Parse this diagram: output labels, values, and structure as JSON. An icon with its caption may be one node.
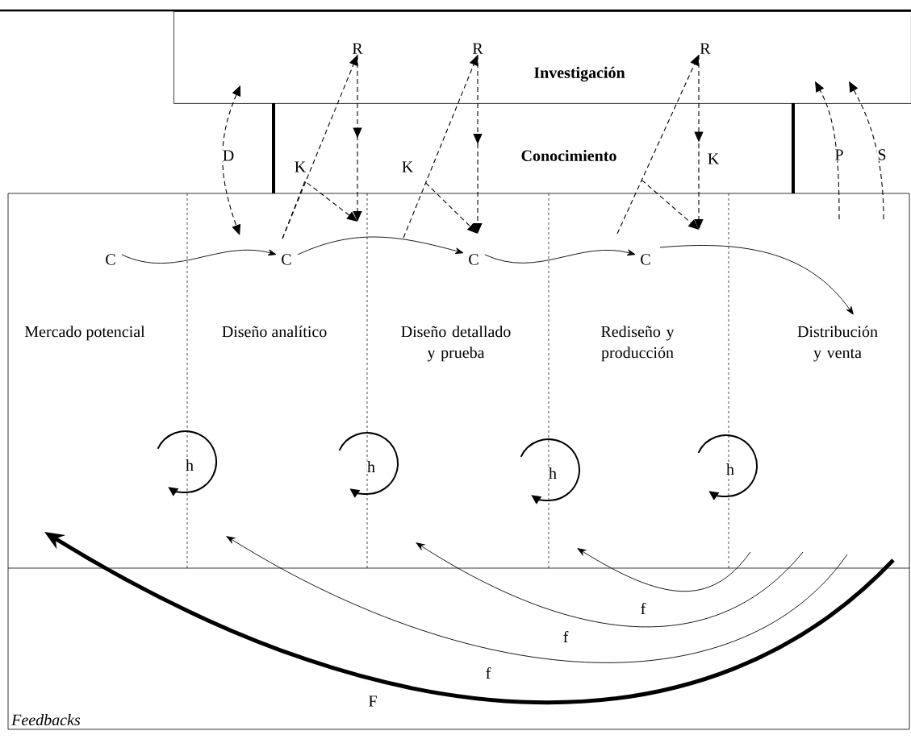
{
  "diagram": {
    "nodes": [
      {
        "text": [
          "Investigación"
        ]
      },
      {
        "text": [
          "R"
        ],
        "in": 0
      },
      {
        "text": [
          "R"
        ],
        "in": 0
      },
      {
        "text": [
          "R"
        ],
        "in": 0
      },
      {
        "text": [
          "Conocimiento"
        ]
      },
      {
        "text": [
          "C"
        ]
      },
      {
        "text": [
          "C"
        ]
      },
      {
        "text": [
          "C"
        ]
      },
      {
        "text": [
          "C"
        ]
      },
      {
        "text": [
          "Mercado potencial"
        ]
      },
      {
        "text": [
          "Diseño analítico"
        ]
      },
      {
        "text": [
          "Diseño detallado y prueba"
        ]
      },
      {
        "text": [
          "Rediseño y producción"
        ]
      },
      {
        "text": [
          "Distribución y venta"
        ]
      }
    ],
    "edges": [
      {
        "from": 6,
        "to": 1,
        "arrow": "to",
        "style": "dashed",
        "label": "K"
      },
      {
        "from": 1,
        "to": null,
        "arrow": "to",
        "style": "dashed"
      },
      {
        "from": null,
        "to": 2,
        "arrow": "to",
        "style": "dashed",
        "label": "K"
      },
      {
        "from": 2,
        "to": null,
        "arrow": "to",
        "style": "dashed"
      },
      {
        "from": null,
        "to": 3,
        "arrow": "to",
        "style": "dashed"
      },
      {
        "from": 3,
        "to": null,
        "arrow": "to",
        "style": "dashed",
        "label": "K"
      },
      {
        "from": 0,
        "to": 6,
        "arrow": "both",
        "style": "dashed",
        "label": "D"
      },
      {
        "from": null,
        "to": 0,
        "arrow": "to",
        "style": "dashed",
        "label": "P"
      },
      {
        "from": null,
        "to": 0,
        "arrow": "to",
        "style": "dashed",
        "label": "S"
      },
      {
        "from": 5,
        "to": 6,
        "arrow": "to"
      },
      {
        "from": 6,
        "to": 7,
        "arrow": "to"
      },
      {
        "from": 7,
        "to": 8,
        "arrow": "to"
      },
      {
        "from": 8,
        "to": 13,
        "arrow": "to"
      },
      {
        "from": 6,
        "to": null,
        "arrow": "to",
        "style": "dashed"
      }
    ],
    "labels": [
      "h",
      "h",
      "h",
      "h",
      "f",
      "f",
      "f",
      "F",
      "Feedbacks"
    ]
  }
}
